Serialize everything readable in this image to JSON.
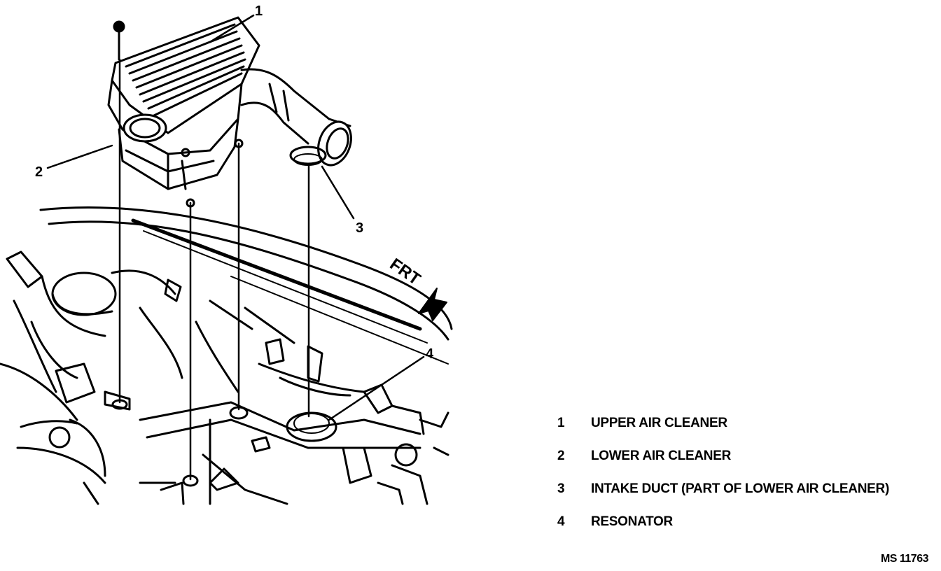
{
  "diagram": {
    "callouts": [
      "1",
      "2",
      "3",
      "4"
    ],
    "direction_label": "FRT"
  },
  "legend": [
    {
      "number": "1",
      "text": "UPPER AIR CLEANER"
    },
    {
      "number": "2",
      "text": "LOWER AIR CLEANER"
    },
    {
      "number": "3",
      "text": "INTAKE DUCT (PART OF LOWER AIR CLEANER)"
    },
    {
      "number": "4",
      "text": "RESONATOR"
    }
  ],
  "figure_id": "MS 11763",
  "colors": {
    "ink": "#000000",
    "paper": "#ffffff"
  }
}
